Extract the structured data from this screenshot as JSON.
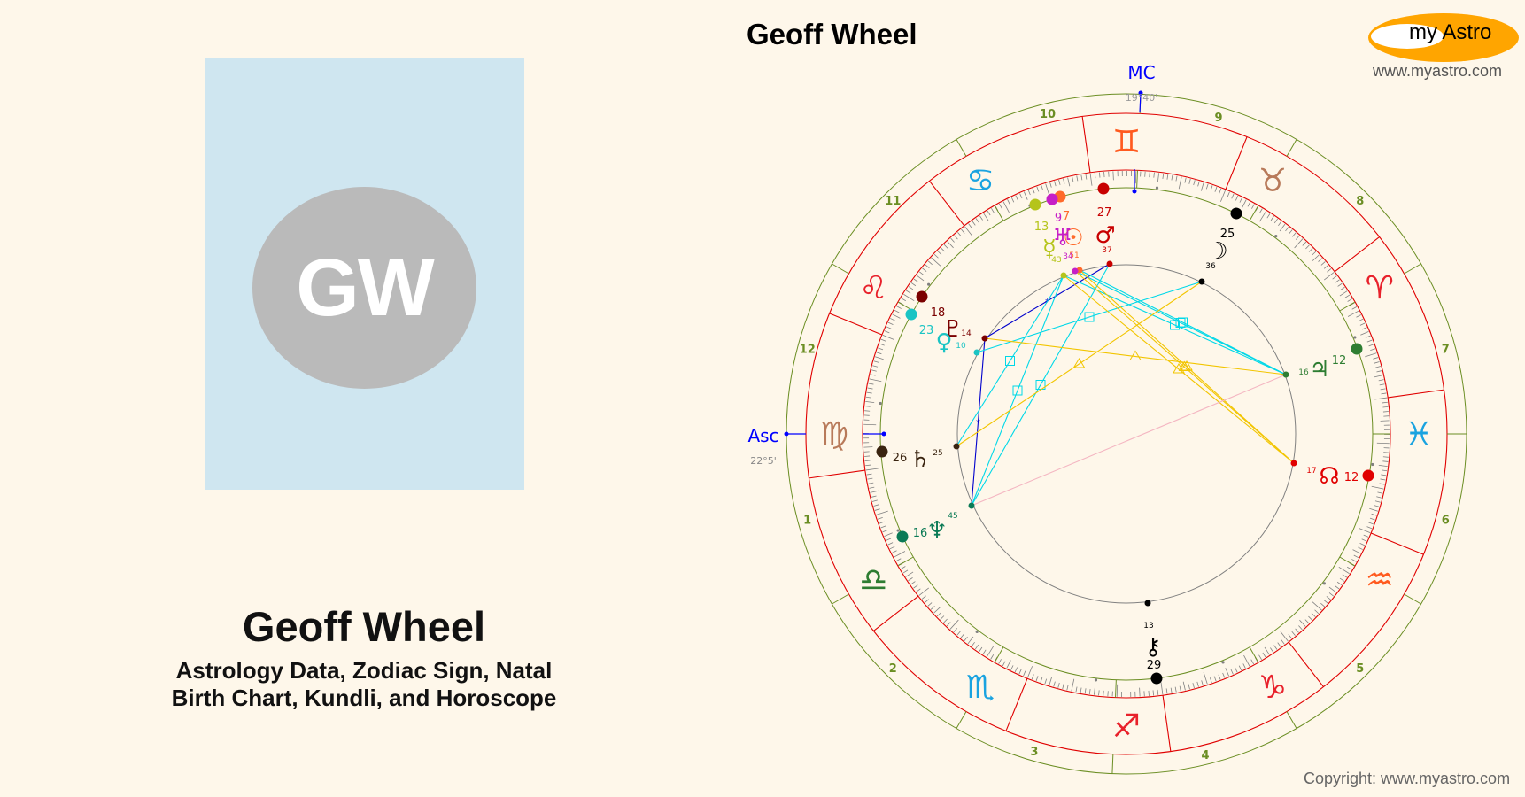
{
  "profile": {
    "initials": "GW",
    "name": "Geoff Wheel",
    "subtitle_line1": "Astrology Data, Zodiac Sign, Natal",
    "subtitle_line2": "Birth Chart, Kundli, and Horoscope",
    "photo_bg": "#cfe6f0",
    "avatar_bg": "#bababa"
  },
  "chart": {
    "title": "Geoff Wheel",
    "background": "#fef7ea",
    "mc_label": "MC",
    "mc_degree": "19°40'",
    "asc_label": "Asc",
    "asc_degree": "22°5'",
    "colors": {
      "house_line": "#6b8e23",
      "sign_ring": "#e00000",
      "angle": "#0000ff",
      "inner_circle": "#808080",
      "ticks": "#808080"
    }
  },
  "chart_data": {
    "type": "astrology-wheel",
    "ascendant": {
      "sign": "Virgo",
      "degree": "22°5'"
    },
    "midheaven": {
      "sign": "Gemini",
      "degree": "19°40'"
    },
    "signs": [
      {
        "name": "Aries",
        "glyph": "♈",
        "color": "#e8212b",
        "angle": 22.1
      },
      {
        "name": "Taurus",
        "glyph": "♉",
        "color": "#b87a5a",
        "angle": 52.1
      },
      {
        "name": "Gemini",
        "glyph": "♊",
        "color": "#ff5a1f",
        "angle": 82.1
      },
      {
        "name": "Cancer",
        "glyph": "♋",
        "color": "#1aa3e0",
        "angle": 112.1
      },
      {
        "name": "Leo",
        "glyph": "♌",
        "color": "#e8212b",
        "angle": 142.1
      },
      {
        "name": "Virgo",
        "glyph": "♍",
        "color": "#b87a5a",
        "angle": 172.1
      },
      {
        "name": "Libra",
        "glyph": "♎",
        "color": "#2e7d32",
        "angle": 202.1
      },
      {
        "name": "Scorpio",
        "glyph": "♏",
        "color": "#1aa3e0",
        "angle": 232.1
      },
      {
        "name": "Sagittarius",
        "glyph": "♐",
        "color": "#e8212b",
        "angle": 262.1
      },
      {
        "name": "Capricorn",
        "glyph": "♑",
        "color": "#e8212b",
        "angle": 292.1
      },
      {
        "name": "Aquarius",
        "glyph": "♒",
        "color": "#ff5a1f",
        "angle": 322.1
      },
      {
        "name": "Pisces",
        "glyph": "♓",
        "color": "#1aa3e0",
        "angle": 352.1
      }
    ],
    "houses": [
      {
        "number": "1",
        "cusp": 180
      },
      {
        "number": "2",
        "cusp": 210
      },
      {
        "number": "3",
        "cusp": 240
      },
      {
        "number": "4",
        "cusp": 267.6
      },
      {
        "number": "5",
        "cusp": 300
      },
      {
        "number": "6",
        "cusp": 330
      },
      {
        "number": "7",
        "cusp": 0
      },
      {
        "number": "8",
        "cusp": 30
      },
      {
        "number": "9",
        "cusp": 60
      },
      {
        "number": "10",
        "cusp": 87.6
      },
      {
        "number": "11",
        "cusp": 120
      },
      {
        "number": "12",
        "cusp": 150
      }
    ],
    "planets": [
      {
        "name": "Sun",
        "glyph": "☉",
        "degree": "7",
        "minute": "51",
        "color": "#ff6a2a",
        "outer": [
          1197,
          222
        ],
        "inner": [
          1219,
          305
        ],
        "glyph_pos": [
          1212,
          268
        ],
        "deg_pos": [
          1204,
          243
        ],
        "min_pos": [
          1213,
          287
        ]
      },
      {
        "name": "Uranus",
        "glyph": "♅",
        "degree": "9",
        "minute": "34",
        "color": "#c61fc6",
        "outer": [
          1188,
          225
        ],
        "inner": [
          1214,
          306
        ],
        "glyph_pos": [
          1200,
          268
        ],
        "deg_pos": [
          1195,
          245
        ],
        "min_pos": [
          1206,
          288
        ]
      },
      {
        "name": "Mercury",
        "glyph": "☿",
        "degree": "13",
        "minute": "43",
        "color": "#b5c41a",
        "outer": [
          1169,
          231
        ],
        "inner": [
          1201,
          311
        ],
        "glyph_pos": [
          1185,
          280
        ],
        "deg_pos": [
          1176,
          255
        ],
        "min_pos": [
          1193,
          292
        ]
      },
      {
        "name": "Mars",
        "glyph": "♂",
        "degree": "27",
        "minute": "37",
        "color": "#c80000",
        "outer": [
          1246,
          213
        ],
        "inner": [
          1253,
          298
        ],
        "glyph_pos": [
          1248,
          265
        ],
        "deg_pos": [
          1247,
          239
        ],
        "min_pos": [
          1250,
          281
        ]
      },
      {
        "name": "Moon",
        "glyph": "☽",
        "degree": "25",
        "minute": "36",
        "color": "#000000",
        "outer": [
          1396,
          241
        ],
        "inner": [
          1357,
          318
        ],
        "glyph_pos": [
          1375,
          283
        ],
        "deg_pos": [
          1386,
          263
        ],
        "min_pos": [
          1367,
          299
        ]
      },
      {
        "name": "Jupiter",
        "glyph": "♃",
        "degree": "12",
        "minute": "16",
        "color": "#2e7d32",
        "outer": [
          1532,
          394
        ],
        "inner": [
          1452,
          423
        ],
        "glyph_pos": [
          1490,
          416
        ],
        "deg_pos": [
          1512,
          406
        ],
        "min_pos": [
          1472,
          419
        ]
      },
      {
        "name": "North Node",
        "glyph": "☊",
        "degree": "12",
        "minute": "17",
        "color": "#e00000",
        "outer": [
          1545,
          537
        ],
        "inner": [
          1461,
          523
        ],
        "glyph_pos": [
          1501,
          537
        ],
        "deg_pos": [
          1526,
          538
        ],
        "min_pos": [
          1481,
          530
        ]
      },
      {
        "name": "Chiron",
        "glyph": "⚷",
        "degree": "29",
        "minute": "13",
        "color": "#000000",
        "outer": [
          1306,
          766
        ],
        "inner": [
          1296,
          681
        ],
        "glyph_pos": [
          1302,
          730
        ],
        "deg_pos": [
          1303,
          750
        ],
        "min_pos": [
          1297,
          705
        ]
      },
      {
        "name": "Neptune",
        "glyph": "♆",
        "degree": "16",
        "minute": "45",
        "color": "#0a7a55",
        "outer": [
          1019,
          606
        ],
        "inner": [
          1097,
          571
        ],
        "glyph_pos": [
          1058,
          598
        ],
        "deg_pos": [
          1039,
          601
        ],
        "min_pos": [
          1076,
          581
        ]
      },
      {
        "name": "Saturn",
        "glyph": "♄",
        "degree": "26",
        "minute": "25",
        "color": "#3a2410",
        "outer": [
          996,
          510
        ],
        "inner": [
          1080,
          504
        ],
        "glyph_pos": [
          1039,
          518
        ],
        "deg_pos": [
          1016,
          516
        ],
        "min_pos": [
          1059,
          510
        ]
      },
      {
        "name": "Pluto",
        "glyph": "♇",
        "degree": "18",
        "minute": "14",
        "color": "#7a0000",
        "outer": [
          1041,
          335
        ],
        "inner": [
          1112,
          382
        ],
        "glyph_pos": [
          1076,
          371
        ],
        "deg_pos": [
          1059,
          352
        ],
        "min_pos": [
          1091,
          375
        ]
      },
      {
        "name": "Venus",
        "glyph": "♀",
        "degree": "23",
        "minute": "10",
        "color": "#1ac4c4",
        "outer": [
          1029,
          355
        ],
        "inner": [
          1103,
          398
        ],
        "glyph_pos": [
          1066,
          386
        ],
        "deg_pos": [
          1046,
          372
        ],
        "min_pos": [
          1085,
          389
        ]
      }
    ],
    "aspects": [
      {
        "from": "Mars",
        "to": "Pluto",
        "type": "sextile",
        "color": "#0000cc"
      },
      {
        "from": "Pluto",
        "to": "Neptune",
        "type": "sextile",
        "color": "#0000cc"
      },
      {
        "from": "Mars",
        "to": "Neptune",
        "type": "square",
        "color": "#00d8e8"
      },
      {
        "from": "Mercury",
        "to": "Neptune",
        "type": "square",
        "color": "#00d8e8"
      },
      {
        "from": "Mercury",
        "to": "Saturn",
        "type": "square",
        "color": "#00d8e8"
      },
      {
        "from": "Venus",
        "to": "Moon",
        "type": "square",
        "color": "#00d8e8"
      },
      {
        "from": "Sun",
        "to": "Jupiter",
        "type": "square",
        "color": "#00d8e8"
      },
      {
        "from": "Uranus",
        "to": "Jupiter",
        "type": "square",
        "color": "#00d8e8"
      },
      {
        "from": "Mercury",
        "to": "Jupiter",
        "type": "square",
        "color": "#00d8e8"
      },
      {
        "from": "Pluto",
        "to": "Jupiter",
        "type": "trine",
        "color": "#f2c500"
      },
      {
        "from": "Moon",
        "to": "Saturn",
        "type": "trine",
        "color": "#f2c500"
      },
      {
        "from": "Sun",
        "to": "North Node",
        "type": "trine",
        "color": "#f2c500"
      },
      {
        "from": "Uranus",
        "to": "North Node",
        "type": "trine",
        "color": "#f2c500"
      },
      {
        "from": "Mercury",
        "to": "North Node",
        "type": "trine",
        "color": "#f2c500"
      },
      {
        "from": "Neptune",
        "to": "Jupiter",
        "type": "quincunx",
        "color": "#f4b6c2"
      }
    ]
  },
  "branding": {
    "logo_text": "my Astro",
    "logo_url": "www.myastro.com",
    "copyright": "Copyright: www.myastro.com"
  }
}
